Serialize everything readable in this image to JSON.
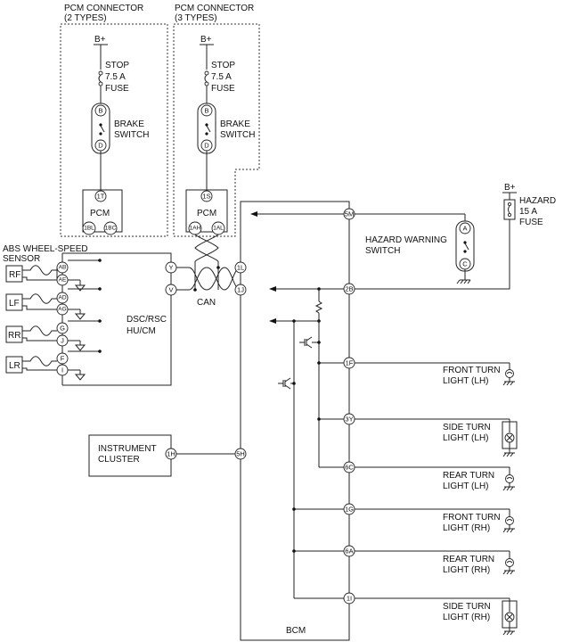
{
  "labels": {
    "pcm_conn_2_l1": "PCM CONNECTOR",
    "pcm_conn_2_l2": "(2 TYPES)",
    "pcm_conn_3_l1": "PCM CONNECTOR",
    "pcm_conn_3_l2": "(3 TYPES)",
    "bplus": "B+",
    "stop": "STOP",
    "amp75": "7.5 A",
    "fuse": "FUSE",
    "brake": "BRAKE",
    "switch": "SWITCH",
    "pcm": "PCM",
    "hazard": "HAZARD",
    "amp15": "15 A",
    "hazard_ws_l1": "HAZARD WARNING",
    "hazard_ws_l2": "SWITCH",
    "abs_l1": "ABS WHEEL-SPEED",
    "abs_l2": "SENSOR",
    "dsc_l1": "DSC/RSC",
    "dsc_l2": "HU/CM",
    "can": "CAN",
    "ic_l1": "INSTRUMENT",
    "ic_l2": "CLUSTER",
    "bcm": "BCM",
    "rf": "RF",
    "lf": "LF",
    "rr": "RR",
    "lr": "LR",
    "front_lh_l1": "FRONT TURN",
    "front_lh_l2": "LIGHT (LH)",
    "side_lh_l1": "SIDE TURN",
    "side_lh_l2": "LIGHT (LH)",
    "rear_lh_l1": "REAR TURN",
    "rear_lh_l2": "LIGHT (LH)",
    "front_rh_l1": "FRONT TURN",
    "front_rh_l2": "LIGHT (RH)",
    "rear_rh_l1": "REAR TURN",
    "rear_rh_l2": "LIGHT (RH)",
    "side_rh_l1": "SIDE TURN",
    "side_rh_l2": "LIGHT (RH)"
  },
  "pins": {
    "b": "B",
    "d": "D",
    "a": "A",
    "c": "C",
    "pcm2_1t": "1T",
    "pcm2_1bl": "1BL",
    "pcm2_1bc": "1BC",
    "pcm3_1s": "1S",
    "pcm3_1ah": "1AH",
    "pcm3_1al": "1AL",
    "abs_ab": "AB",
    "abs_ae": "AE",
    "abs_ad": "AD",
    "abs_ag": "AG",
    "abs_g": "G",
    "abs_j": "J",
    "abs_f": "F",
    "abs_i": "I",
    "dsc_y": "Y",
    "dsc_v": "V",
    "bcm_1l": "1L",
    "bcm_1j": "1J",
    "bcm_5h": "5H",
    "bcm_5m": "5M",
    "bcm_2b": "2B",
    "bcm_1f": "1F",
    "bcm_3y": "3Y",
    "bcm_6c": "6C",
    "bcm_1g": "1G",
    "bcm_6a": "6A",
    "bcm_1i": "1I",
    "ic_1h": "1H"
  }
}
